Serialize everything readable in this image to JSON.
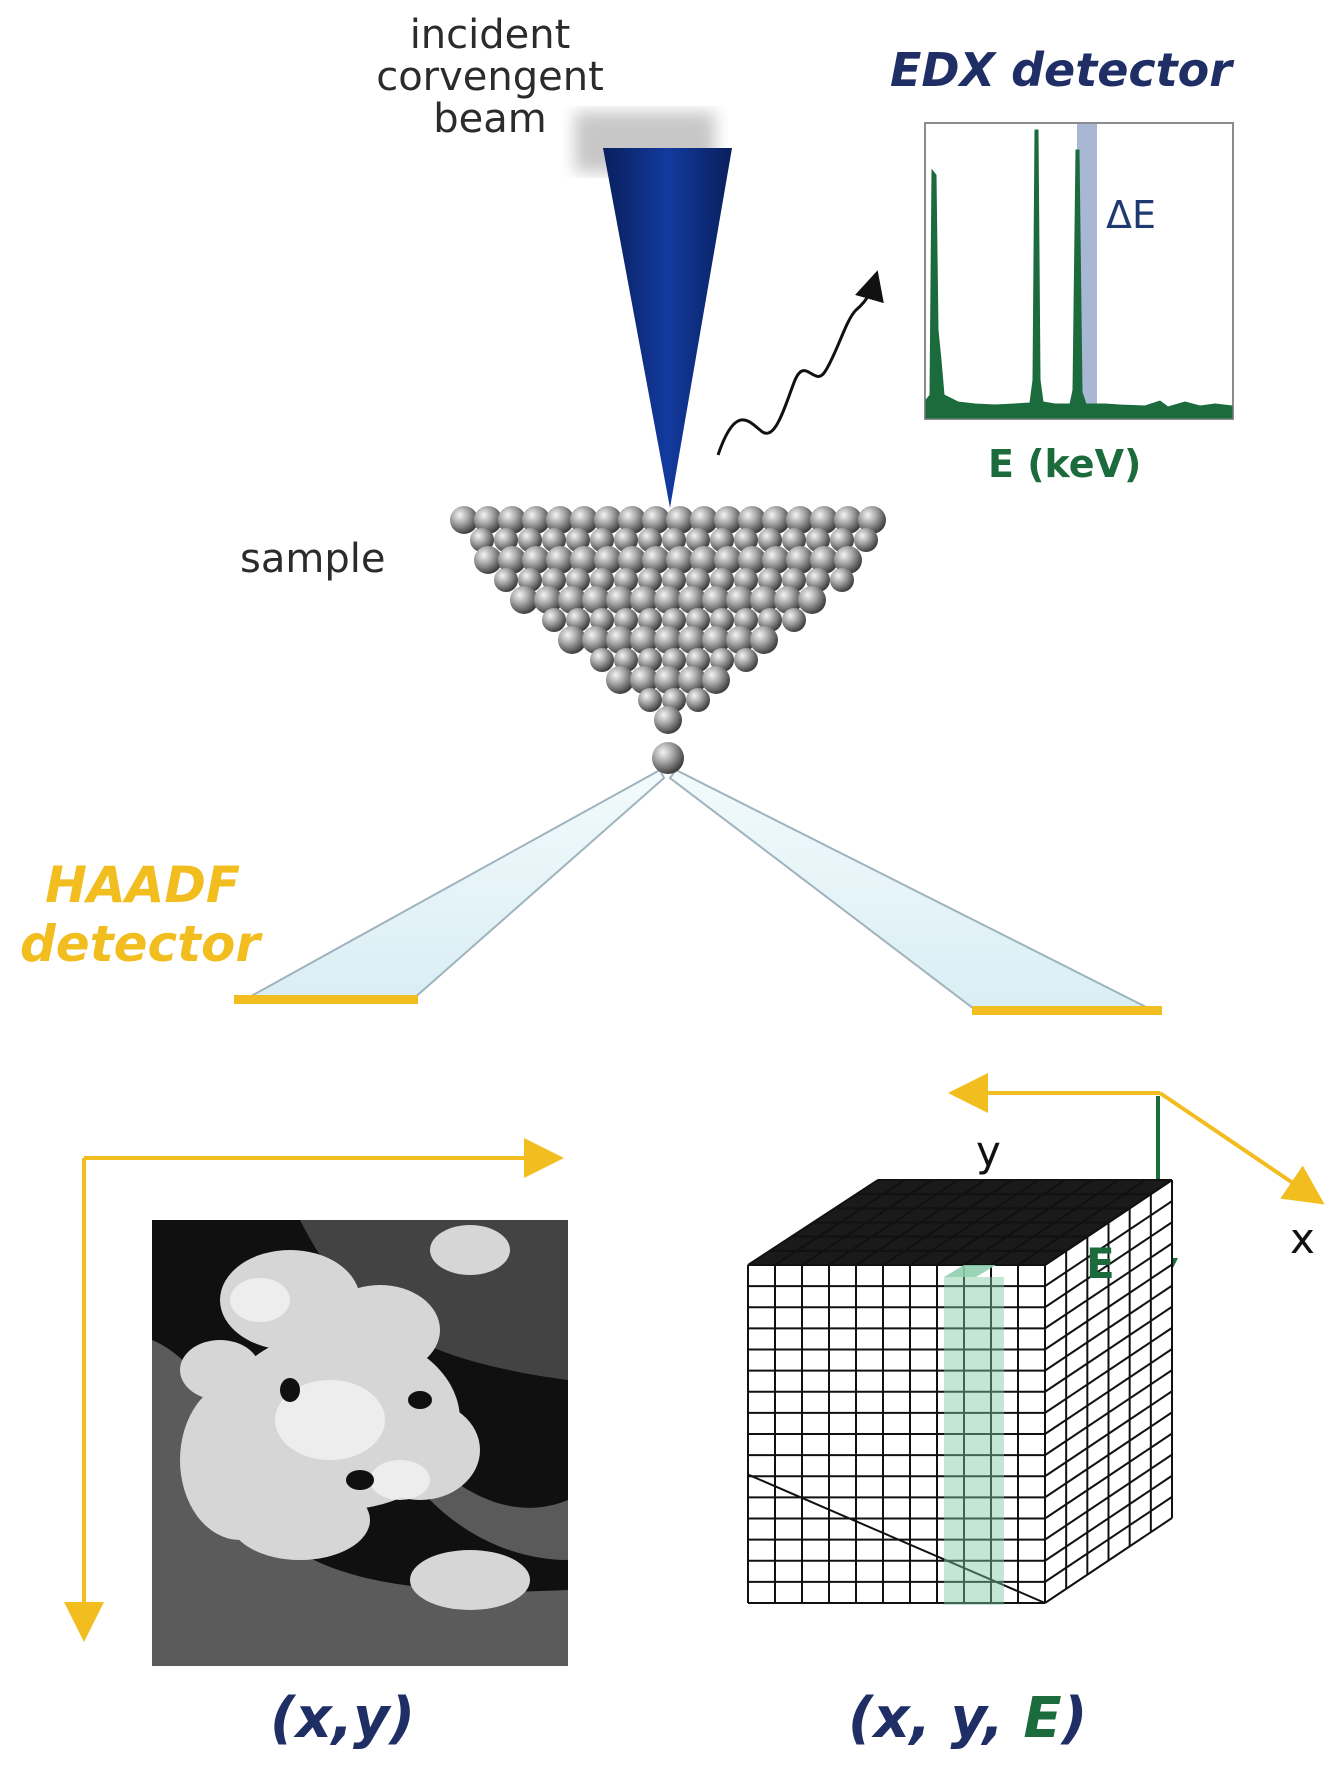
{
  "labels": {
    "beam_line1": "incident",
    "beam_line2": "corvengent",
    "beam_line3": "beam",
    "edx_detector": "EDX detector",
    "delta_e": "ΔE",
    "energy_axis": "E (keV)",
    "sample": "sample",
    "haadf_line1": "HAADF",
    "haadf_line2": "detector",
    "axis_y": "y",
    "axis_x": "x",
    "axis_e": "E",
    "caption_xy": "(x,y)",
    "caption_xye_prefix": "(x, y, ",
    "caption_xye_e": "E",
    "caption_xye_suffix": ")"
  },
  "colors": {
    "beam": "#0d2a7a",
    "haadf": "#f2bd1e",
    "edx_text": "#1f2f66",
    "spectrum": "#1b6b3c",
    "energy_window": "#9fb0cf",
    "spheres": "#8a8a8a",
    "grid": "#111111"
  },
  "icons": {
    "photon": "wavy-arrow-icon"
  }
}
